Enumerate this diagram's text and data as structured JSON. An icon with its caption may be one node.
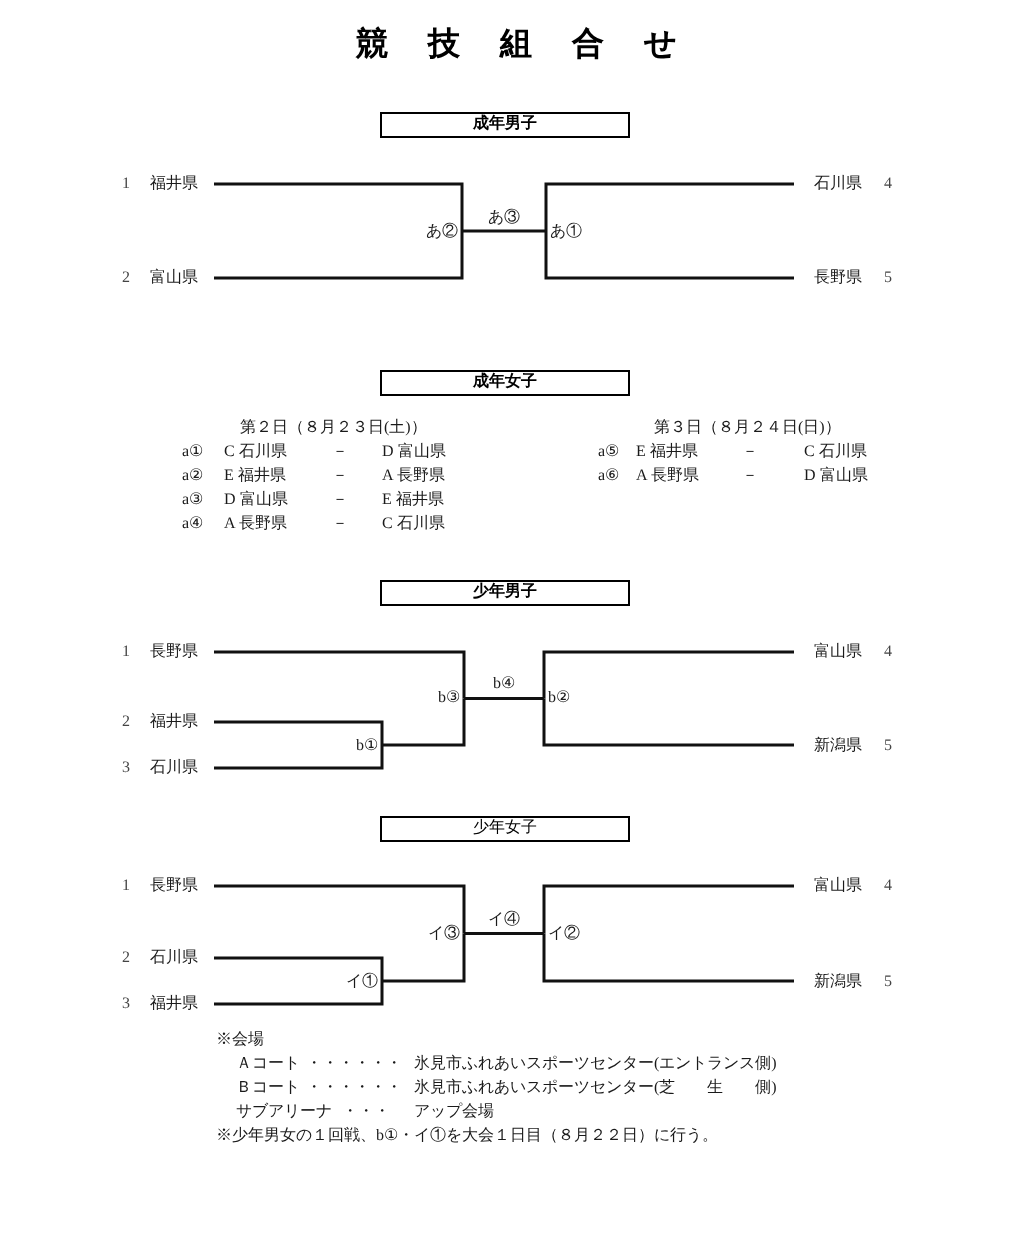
{
  "diagram": {
    "title": "競技組合せ",
    "nodes": [
      {
        "text": [
          "成年男子"
        ]
      },
      {
        "text": [
          "福井県"
        ],
        "beside": [
          "1"
        ]
      },
      {
        "text": [
          "石川県"
        ],
        "beside": [
          "4"
        ]
      },
      {
        "text": [
          "あ②"
        ]
      },
      {
        "text": [
          "あ①"
        ]
      },
      {
        "text": [
          "富山県"
        ],
        "beside": [
          "2"
        ]
      },
      {
        "text": [
          "長野県"
        ],
        "beside": [
          "5"
        ]
      },
      {
        "text": [
          "成年女子"
        ]
      },
      {
        "text": [
          "少年男子"
        ]
      },
      {
        "text": [
          "長野県"
        ],
        "beside": [
          "1"
        ]
      },
      {
        "text": [
          "富山県"
        ],
        "beside": [
          "4"
        ]
      },
      {
        "text": [
          "b③"
        ]
      },
      {
        "text": [
          "b②"
        ]
      },
      {
        "text": [
          "福井県"
        ],
        "beside": [
          "2"
        ]
      },
      {
        "text": [
          "b①"
        ]
      },
      {
        "text": [
          "新潟県"
        ],
        "beside": [
          "5"
        ]
      },
      {
        "text": [
          "石川県"
        ],
        "beside": [
          "3"
        ]
      },
      {
        "text": [
          "少年女子"
        ]
      },
      {
        "text": [
          "長野県"
        ],
        "beside": [
          "1"
        ]
      },
      {
        "text": [
          "富山県"
        ],
        "beside": [
          "4"
        ]
      },
      {
        "text": [
          "イ③"
        ]
      },
      {
        "text": [
          "イ②"
        ]
      },
      {
        "text": [
          "石川県"
        ],
        "beside": [
          "2"
        ]
      },
      {
        "text": [
          "イ①"
        ]
      },
      {
        "text": [
          "新潟県"
        ],
        "beside": [
          "5"
        ]
      },
      {
        "text": [
          "福井県"
        ],
        "beside": [
          "3"
        ]
      }
    ],
    "edges": [
      {
        "from": 1,
        "to": 3,
        "arrow": "none"
      },
      {
        "from": 5,
        "to": 3,
        "arrow": "none"
      },
      {
        "from": 3,
        "to": 4,
        "arrow": "none",
        "label": "あ③"
      },
      {
        "from": 2,
        "to": 4,
        "arrow": "none"
      },
      {
        "from": 6,
        "to": 4,
        "arrow": "none"
      },
      {
        "from": 9,
        "to": 11,
        "arrow": "none"
      },
      {
        "from": 13,
        "to": 14,
        "arrow": "none"
      },
      {
        "from": 16,
        "to": 14,
        "arrow": "none"
      },
      {
        "from": 14,
        "to": 11,
        "arrow": "none"
      },
      {
        "from": 11,
        "to": 12,
        "arrow": "none",
        "label": "b④"
      },
      {
        "from": 10,
        "to": 12,
        "arrow": "none"
      },
      {
        "from": 15,
        "to": 12,
        "arrow": "none"
      },
      {
        "from": 18,
        "to": 20,
        "arrow": "none"
      },
      {
        "from": 22,
        "to": 23,
        "arrow": "none"
      },
      {
        "from": 25,
        "to": 23,
        "arrow": "none"
      },
      {
        "from": 23,
        "to": 20,
        "arrow": "none"
      },
      {
        "from": 20,
        "to": 21,
        "arrow": "none",
        "label": "イ④"
      },
      {
        "from": 19,
        "to": 21,
        "arrow": "none"
      },
      {
        "from": 24,
        "to": 21,
        "arrow": "none"
      }
    ],
    "labels": [
      "第２日（８月２３日(土)）",
      "第３日（８月２４日(日)）",
      "a①",
      "C 石川県",
      "－",
      "D 富山県",
      "a⑤",
      "E 福井県",
      "－",
      "C 石川県",
      "a②",
      "E 福井県",
      "－",
      "A 長野県",
      "a⑥",
      "A 長野県",
      "－",
      "D 富山県",
      "a③",
      "D 富山県",
      "－",
      "E 福井県",
      "a④",
      "A 長野県",
      "－",
      "C 石川県",
      "※会場",
      "Ａコート",
      "・・・・・・",
      "氷見市ふれあいスポーツセンター(エントランス側)",
      "Ｂコート",
      "・・・・・・",
      "氷見市ふれあいスポーツセンター(芝　　生　　側)",
      "サブアリーナ",
      "・・・",
      "アップ会場",
      "※少年男女の１回戦、b①・イ①を大会１日目（８月２２日）に行う。"
    ]
  }
}
